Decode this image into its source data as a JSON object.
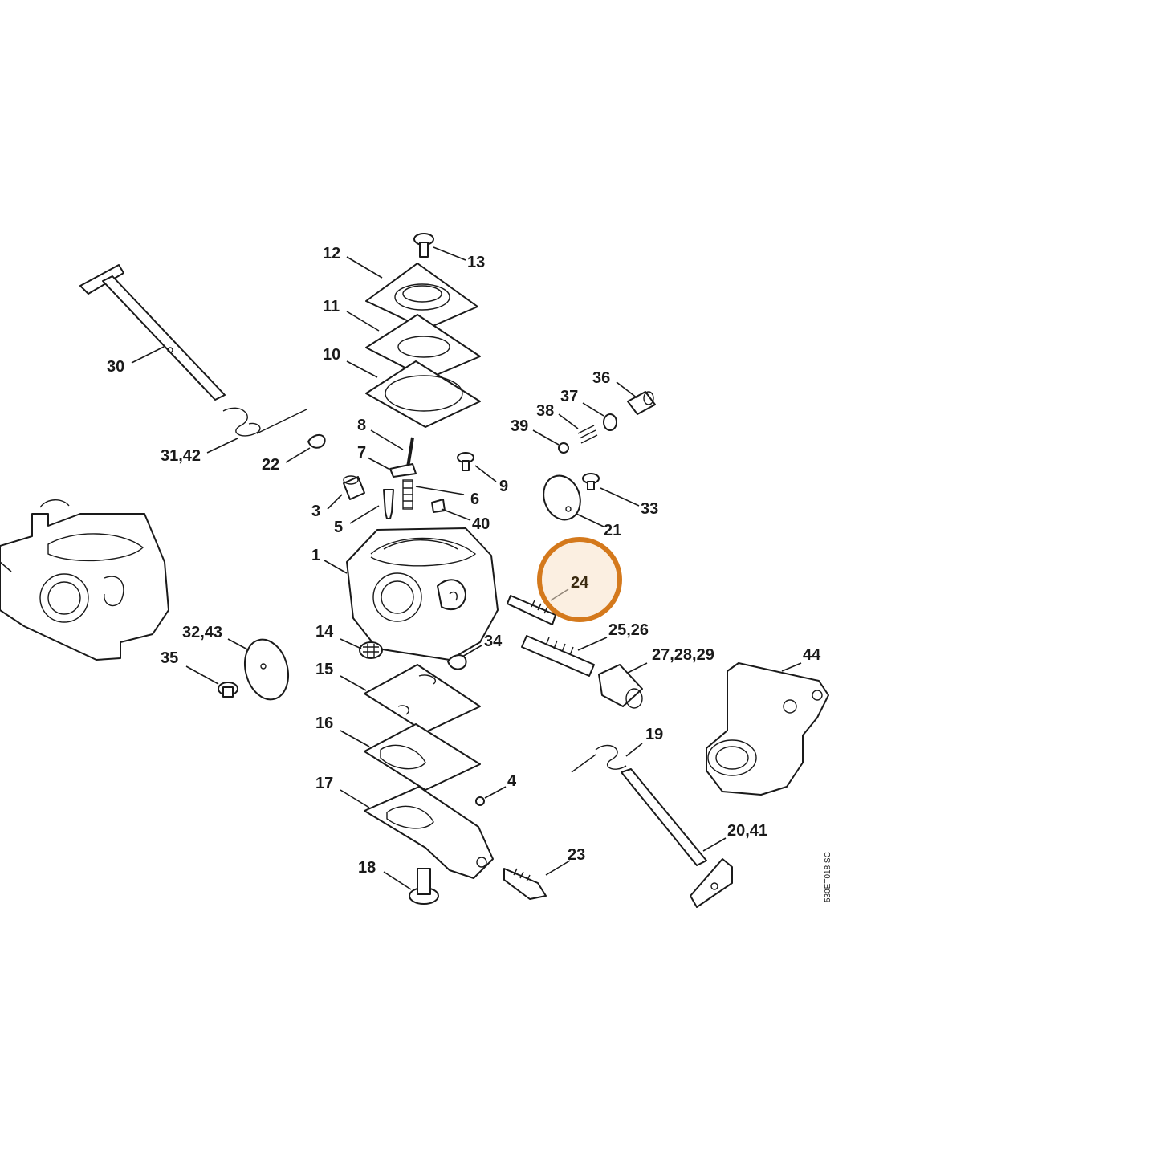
{
  "labels": {
    "l12": "12",
    "l13": "13",
    "l11": "11",
    "l10": "10",
    "l30": "30",
    "l36": "36",
    "l37": "37",
    "l38": "38",
    "l39": "39",
    "l8": "8",
    "l7": "7",
    "l9": "9",
    "l3142": "31,42",
    "l22": "22",
    "l3": "3",
    "l6": "6",
    "l5": "5",
    "l40": "40",
    "l33": "33",
    "l21": "21",
    "l1": "1",
    "l24": "24",
    "l2526": "25,26",
    "l3243": "32,43",
    "l35": "35",
    "l14": "14",
    "l34": "34",
    "l15": "15",
    "l272829": "27,28,29",
    "l44": "44",
    "l16": "16",
    "l19": "19",
    "l17": "17",
    "l4": "4",
    "l2041": "20,41",
    "l23": "23",
    "l18": "18"
  },
  "highlight": {
    "label": "24",
    "color": "#d4791c"
  },
  "reference_code": "530ET018 SC"
}
